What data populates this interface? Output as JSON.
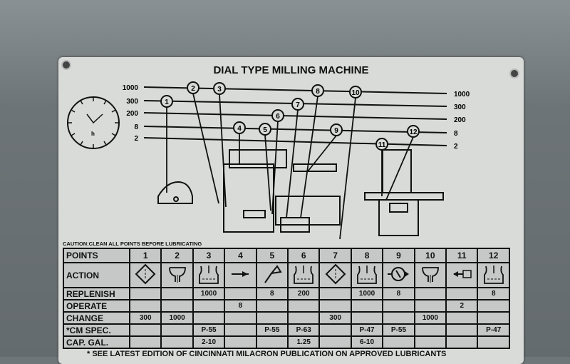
{
  "title": "DIAL TYPE MILLING MACHINE",
  "caution": "CAUTION:CLEAN ALL POINTS BEFORE LUBRICATING",
  "dial_label": "h",
  "intervals": [
    "1000",
    "300",
    "200",
    "8",
    "2"
  ],
  "points": [
    "1",
    "2",
    "3",
    "4",
    "5",
    "6",
    "7",
    "8",
    "9",
    "10",
    "11",
    "12"
  ],
  "table": {
    "header": "POINTS",
    "action_label": "ACTION",
    "actions": [
      "filter",
      "drain",
      "fill",
      "operate-arrow",
      "oil-can",
      "fill",
      "filter",
      "fill",
      "pump",
      "drain",
      "check",
      "fill"
    ],
    "rows": [
      {
        "label": "REPLENISH",
        "values": [
          "",
          "",
          "1000",
          "",
          "8",
          "200",
          "",
          "1000",
          "8",
          "",
          "",
          "8"
        ]
      },
      {
        "label": "OPERATE",
        "values": [
          "",
          "",
          "",
          "8",
          "",
          "",
          "",
          "",
          "",
          "",
          "2",
          ""
        ]
      },
      {
        "label": "CHANGE",
        "values": [
          "300",
          "1000",
          "",
          "",
          "",
          "",
          "300",
          "",
          "",
          "1000",
          "",
          ""
        ]
      },
      {
        "label": "*CM SPEC.",
        "values": [
          "",
          "",
          "P-55",
          "",
          "P-55",
          "P-63",
          "",
          "P-47",
          "P-55",
          "",
          "",
          "P-47"
        ]
      },
      {
        "label": "CAP. GAL.",
        "values": [
          "",
          "",
          "2-10",
          "",
          "",
          "1.25",
          "",
          "6-10",
          "",
          "",
          "",
          ""
        ]
      }
    ]
  },
  "footer": "* SEE LATEST EDITION OF CINCINNATI MILACRON PUBLICATION ON APPROVED LUBRICANTS"
}
